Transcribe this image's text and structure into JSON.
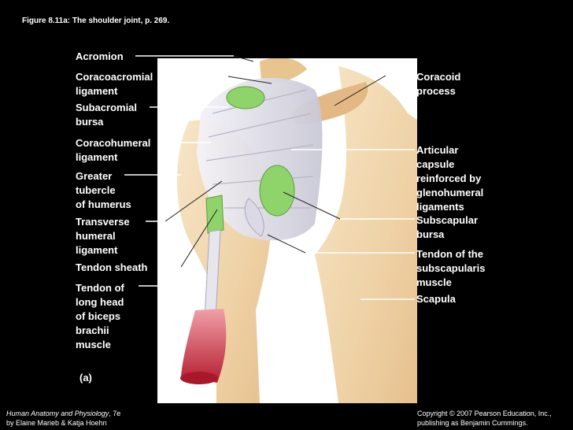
{
  "figure_title": "Figure 8.11a:  The shoulder joint, p. 269.",
  "labels": {
    "acromion": "Acromion",
    "coracoacromial_ligament": "Coracoacromial\nligament",
    "subacromial_bursa": "Subacromial\nbursa",
    "coracohumeral_ligament": "Coracohumeral\nligament",
    "greater_tubercle": "Greater\ntubercle\nof humerus",
    "transverse_humeral_ligament": "Transverse\nhumeral\nligament",
    "tendon_sheath": "Tendon sheath",
    "tendon_long_head": "Tendon of\nlong head\nof biceps\nbrachii\nmuscle",
    "coracoid_process": "Coracoid\nprocess",
    "articular_capsule": "Articular\ncapsule\nreinforced by\nglenohumeral\nligaments",
    "subscapular_bursa": "Subscapular\nbursa",
    "tendon_subscapularis": "Tendon of the\nsubscapularis\nmuscle",
    "scapula": "Scapula",
    "part_letter": "(a)"
  },
  "footer": {
    "book_title": "Human Anatomy and Physiology",
    "edition": ", 7e",
    "authors": "by Elaine Marieb & Katja Hoehn",
    "copyright_line1": "Copyright © 2007 Pearson Education, Inc.,",
    "copyright_line2": "publishing as Benjamin Cummings."
  },
  "colors": {
    "background": "#000000",
    "text": "#ffffff",
    "panel": "#ffffff",
    "bone": "#f3dcb8",
    "ligament": "#e8e6ee",
    "bursa": "#8fd46a",
    "muscle": "#c8283a"
  }
}
